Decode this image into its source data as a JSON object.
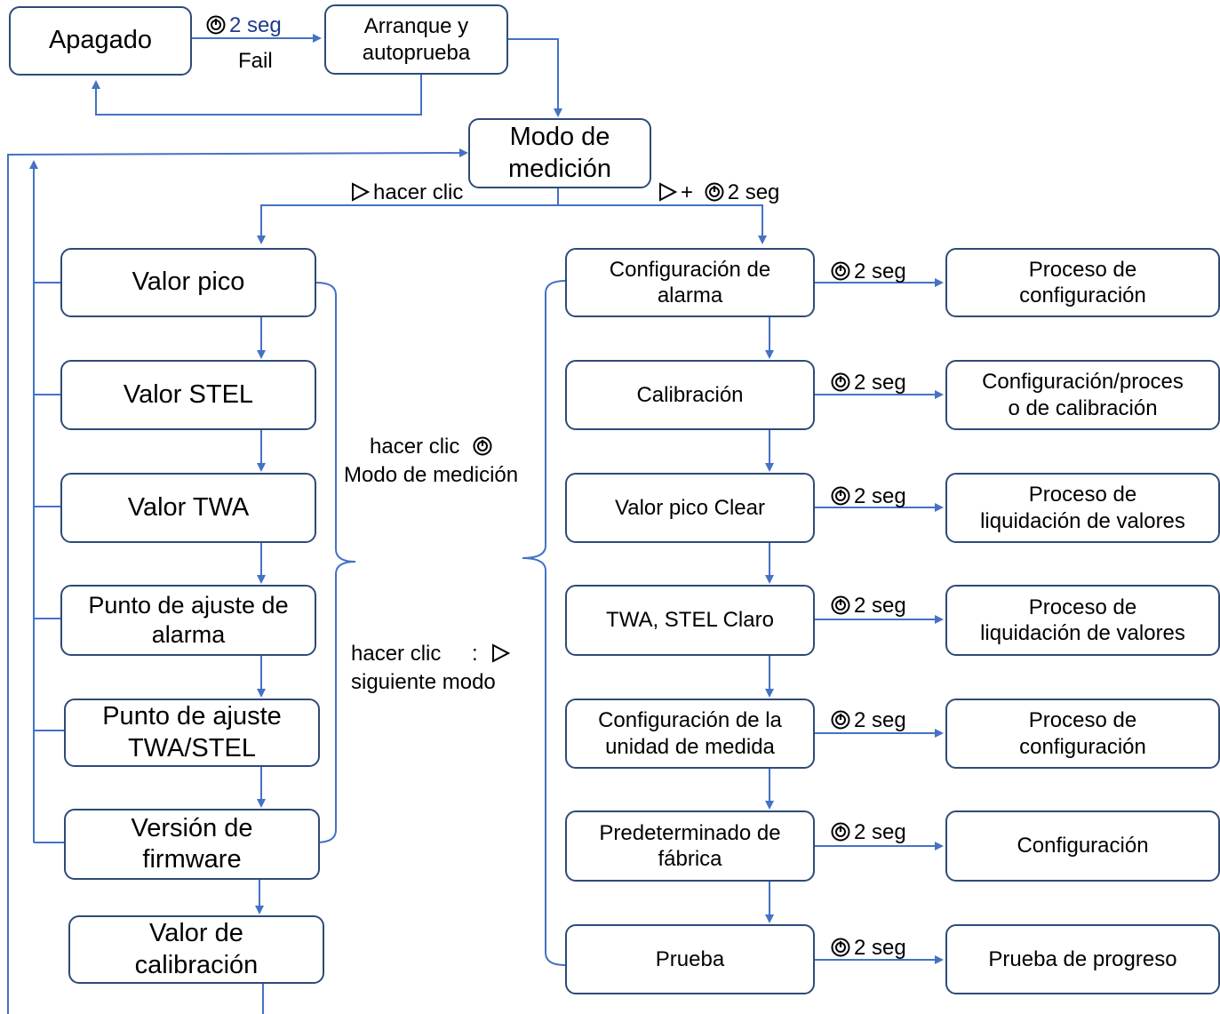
{
  "boxes": {
    "apagado": "Apagado",
    "arranque": "Arranque y\nautoprueba",
    "modo_medicion": "Modo de\nmedición",
    "valor_pico": "Valor pico",
    "valor_stel": "Valor STEL",
    "valor_twa": "Valor TWA",
    "punto_ajuste_alarma": "Punto de ajuste de\nalarma",
    "punto_ajuste_twa_stel": "Punto de ajuste\nTWA/STEL",
    "version_firmware": "Versión de\nfirmware",
    "valor_calibracion": "Valor de\ncalibración",
    "config_alarma": "Configuración de\nalarma",
    "calibracion": "Calibración",
    "valor_pico_clear": "Valor pico Clear",
    "twa_stel_claro": "TWA, STEL Claro",
    "config_unidad": "Configuración de la\nunidad de medida",
    "predeterminado": "Predeterminado de\nfábrica",
    "prueba": "Prueba",
    "proceso_configuracion_1": "Proceso de\nconfiguración",
    "proceso_calibracion": "Configuración/proces\no de calibración",
    "proceso_liquidacion_1": "Proceso de\nliquidación de valores",
    "proceso_liquidacion_2": "Proceso de\nliquidación de valores",
    "proceso_configuracion_2": "Proceso de\nconfiguración",
    "configuracion": "Configuración",
    "prueba_progreso": "Prueba de progreso"
  },
  "labels": {
    "two_seg": "2 seg",
    "fail": "Fail",
    "hacer_clic": "hacer clic",
    "plus": "+",
    "click_power": "hacer clic",
    "modo_medicion_text": "Modo de medición",
    "click_next_a": "hacer clic",
    "colon": ":",
    "siguiente_modo": "siguiente modo"
  },
  "colors": {
    "line": "#4472c4",
    "border": "#2e4a78",
    "label_blue": "#1f3b8a"
  },
  "icons": [
    "power-icon",
    "play-triangle-icon",
    "curly-brace-icon"
  ]
}
